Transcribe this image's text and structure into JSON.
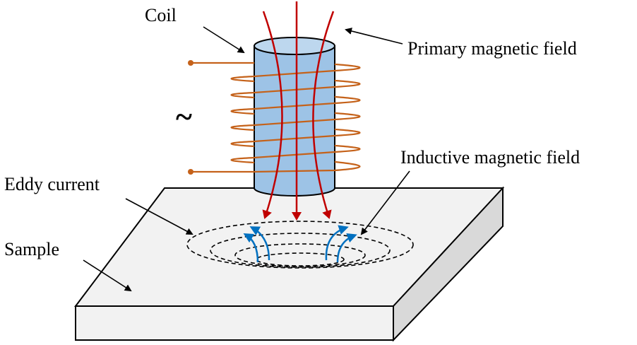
{
  "labels": {
    "coil": "Coil",
    "primary_field": "Primary magnetic field",
    "inductive_field": "Inductive magnetic field",
    "eddy_current": "Eddy current",
    "sample": "Sample",
    "ac_source": "~"
  },
  "colors": {
    "coil_wire": "#c5621a",
    "core_fill": "#9dc3e6",
    "core_top": "#bdd7ee",
    "primary_field": "#c00000",
    "inductive_field": "#0070c0",
    "sample_top": "#f2f2f2",
    "sample_side": "#d9d9d9"
  }
}
